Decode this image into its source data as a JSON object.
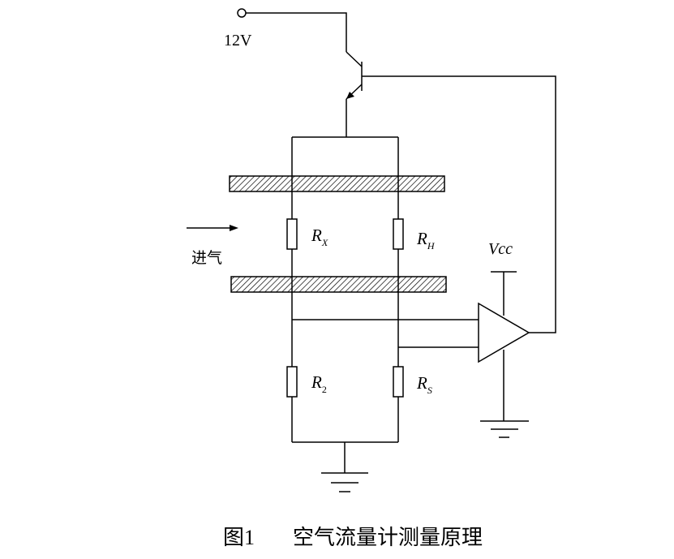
{
  "supply_label": "12V",
  "vcc_label": "Vcc",
  "airflow_label": "进气",
  "resistors": {
    "rx": {
      "main": "R",
      "sub": "X"
    },
    "rh": {
      "main": "R",
      "sub": "H"
    },
    "r2": {
      "main": "R",
      "sub": "2"
    },
    "rs": {
      "main": "R",
      "sub": "S"
    }
  },
  "caption": {
    "figure_number": "图1",
    "title": "空气流量计测量原理"
  }
}
